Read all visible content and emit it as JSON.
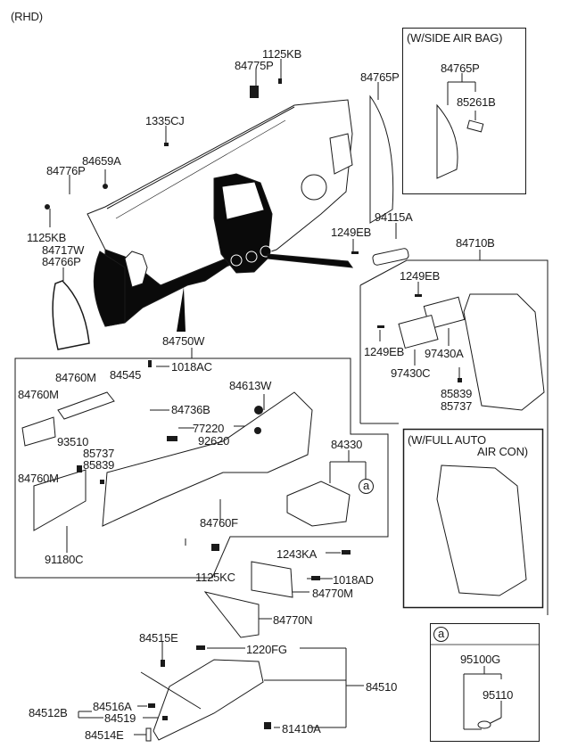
{
  "variant_note": "(RHD)",
  "colors": {
    "line": "#1a1a1a",
    "background": "#ffffff",
    "part_fill": "#ffffff",
    "dark_fill": "#0a0a0a",
    "box_divider": "#8a8a8a"
  },
  "labels": {
    "p1125KB_top": "1125KB",
    "p84775P": "84775P",
    "p1335CJ": "1335CJ",
    "p84659A": "84659A",
    "p84776P": "84776P",
    "p1125KB_left": "1125KB",
    "p84717W": "84717W",
    "p84766P": "84766P",
    "p84765P_main": "84765P",
    "p1249EB_top": "1249EB",
    "p94115A": "94115A",
    "p84710B": "84710B",
    "p1249EB_a": "1249EB",
    "p1249EB_b": "1249EB",
    "p97430A": "97430A",
    "p97430C": "97430C",
    "p85839_r": "85839",
    "p85737_r": "85737",
    "p84750W": "84750W",
    "p1018AC": "1018AC",
    "p84760M_a": "84760M",
    "p84760M_b": "84760M",
    "p84545": "84545",
    "p84736B": "84736B",
    "p84613W": "84613W",
    "p77220": "77220",
    "p92620": "92620",
    "p93510": "93510",
    "p85737_l": "85737",
    "p85839_l": "85839",
    "p84760M_c": "84760M",
    "p84330": "84330",
    "p84760F": "84760F",
    "p91180C": "91180C",
    "p1243KA": "1243KA",
    "p1125KC": "1125KC",
    "p1018AD": "1018AD",
    "p84770M": "84770M",
    "p84770N": "84770N",
    "p84515E": "84515E",
    "p1220FG": "1220FG",
    "p84510": "84510",
    "p84512B": "84512B",
    "p84516A": "84516A",
    "p84519": "84519",
    "p84514E": "84514E",
    "p81410A": "81410A"
  },
  "side_airbag_box": {
    "title": "(W/SIDE AIR BAG)",
    "p84765P": "84765P",
    "p85261B": "85261B"
  },
  "full_auto_box": {
    "title_line1": "(W/FULL AUTO",
    "title_line2": "AIR CON)"
  },
  "callout_a": {
    "marker": "a",
    "box_marker": "a",
    "p95100G": "95100G",
    "p95110": "95110"
  }
}
